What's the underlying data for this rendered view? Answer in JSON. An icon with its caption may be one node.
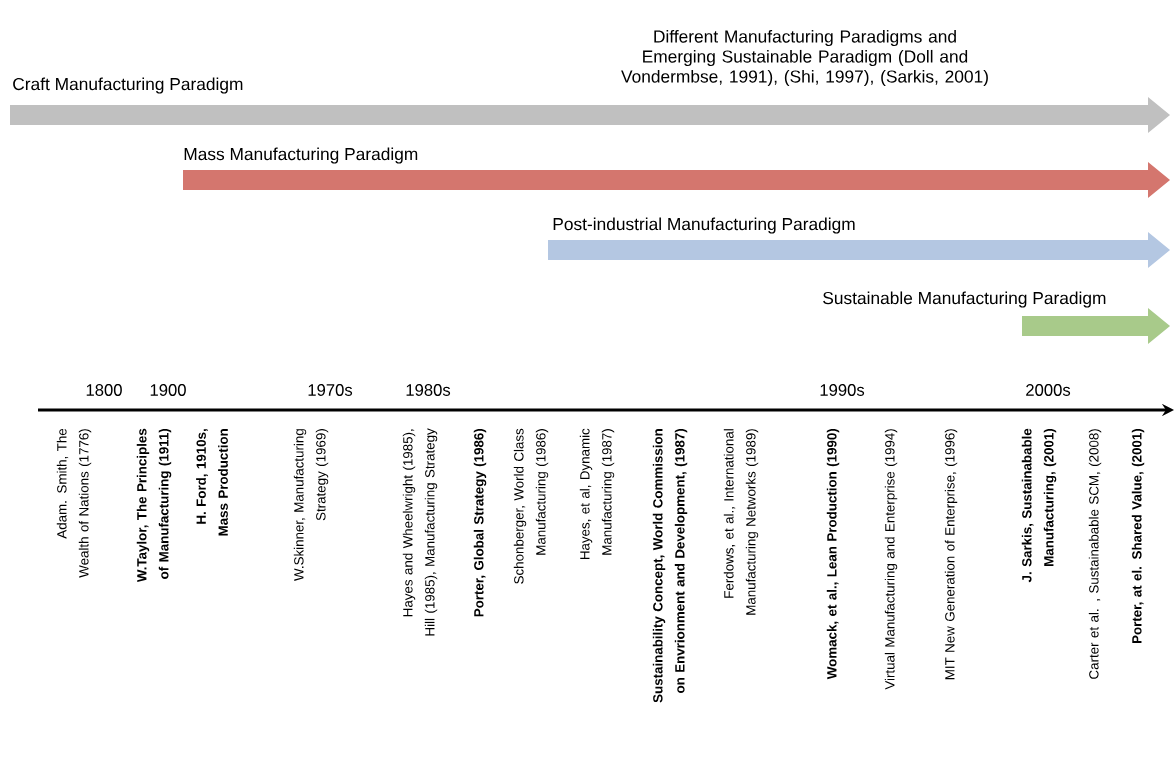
{
  "diagram": {
    "title": "Different Manufacturing Paradigms and Emerging Sustainable Paradigm (Doll and Vondermbse, 1991), (Shi, 1997), (Sarkis, 2001)",
    "nodes": [
      {
        "text": [
          "Craft Manufacturing Paradigm"
        ]
      },
      {
        "text": [
          "Mass Manufacturing Paradigm"
        ]
      },
      {
        "text": [
          "Post-industrial Manufacturing Paradigm"
        ]
      },
      {
        "text": [
          "Sustainable Manufacturing Paradigm"
        ]
      }
    ],
    "labels": [
      "1800",
      "1900",
      "1970s",
      "1980s",
      "1990s",
      "2000s",
      "Adam. Smith, The Wealth of Nations (1776)",
      "W.Taylor, The Principles of Manufacturing (1911)",
      "H. Ford, 1910s, Mass Production",
      "W.Skinner, Manufacturing Strategy (1969)",
      "Hayes and Wheelwright (1985), Hill (1985), Manufacturing Strategy",
      "Porter, Global Strategy (1986)",
      "Schonberger, World Class Manufacturing (1986)",
      "Hayes, et al, Dynamic Manufacturing (1987)",
      "Sustainability Concept, World Commission on Envrionment and Development, (1987)",
      "Ferdows, et al., International Manufacturing Networks (1989)",
      "Womack, et al., Lean Production (1990)",
      "Virtual Manufacturing and Enterprise (1994)",
      "MIT New Generation of Enterprise, (1996)",
      "J. Sarkis, Sustainabable Manufacturing, (2001)",
      "Carter et al. , Sustainabable SCM, (2008)",
      "Porter, at el. Shared Value, (2001)"
    ]
  }
}
